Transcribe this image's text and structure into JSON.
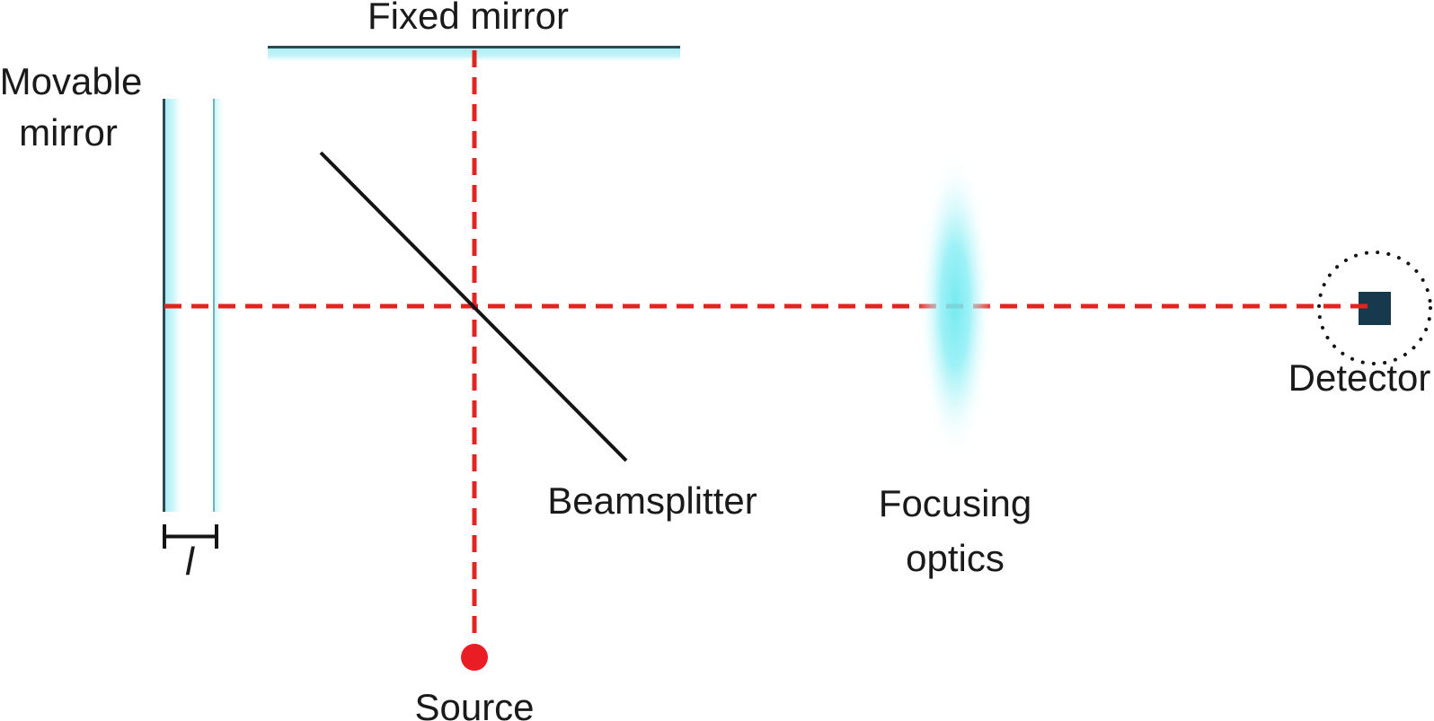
{
  "labels": {
    "fixed_mirror": "Fixed mirror",
    "movable_mirror": [
      "Movable",
      "mirror"
    ],
    "beamsplitter": "Beamsplitter",
    "focusing_optics": [
      "Focusing",
      "optics"
    ],
    "detector": "Detector",
    "source": "Source",
    "mirror_displacement": "l"
  },
  "colors": {
    "background": "#ffffff",
    "text_black": "#1a1a1a",
    "line_black": "#141414",
    "beam_red": "#e02521",
    "source_red": "#ea1d25",
    "mirror_line_dark": "#2d4a52",
    "mirror_line_teal": "#6db3b9",
    "mirror_glass_cyan": "#aceff4",
    "lens_cyan": "#69e9f0",
    "detector_navy": "#16394d"
  }
}
